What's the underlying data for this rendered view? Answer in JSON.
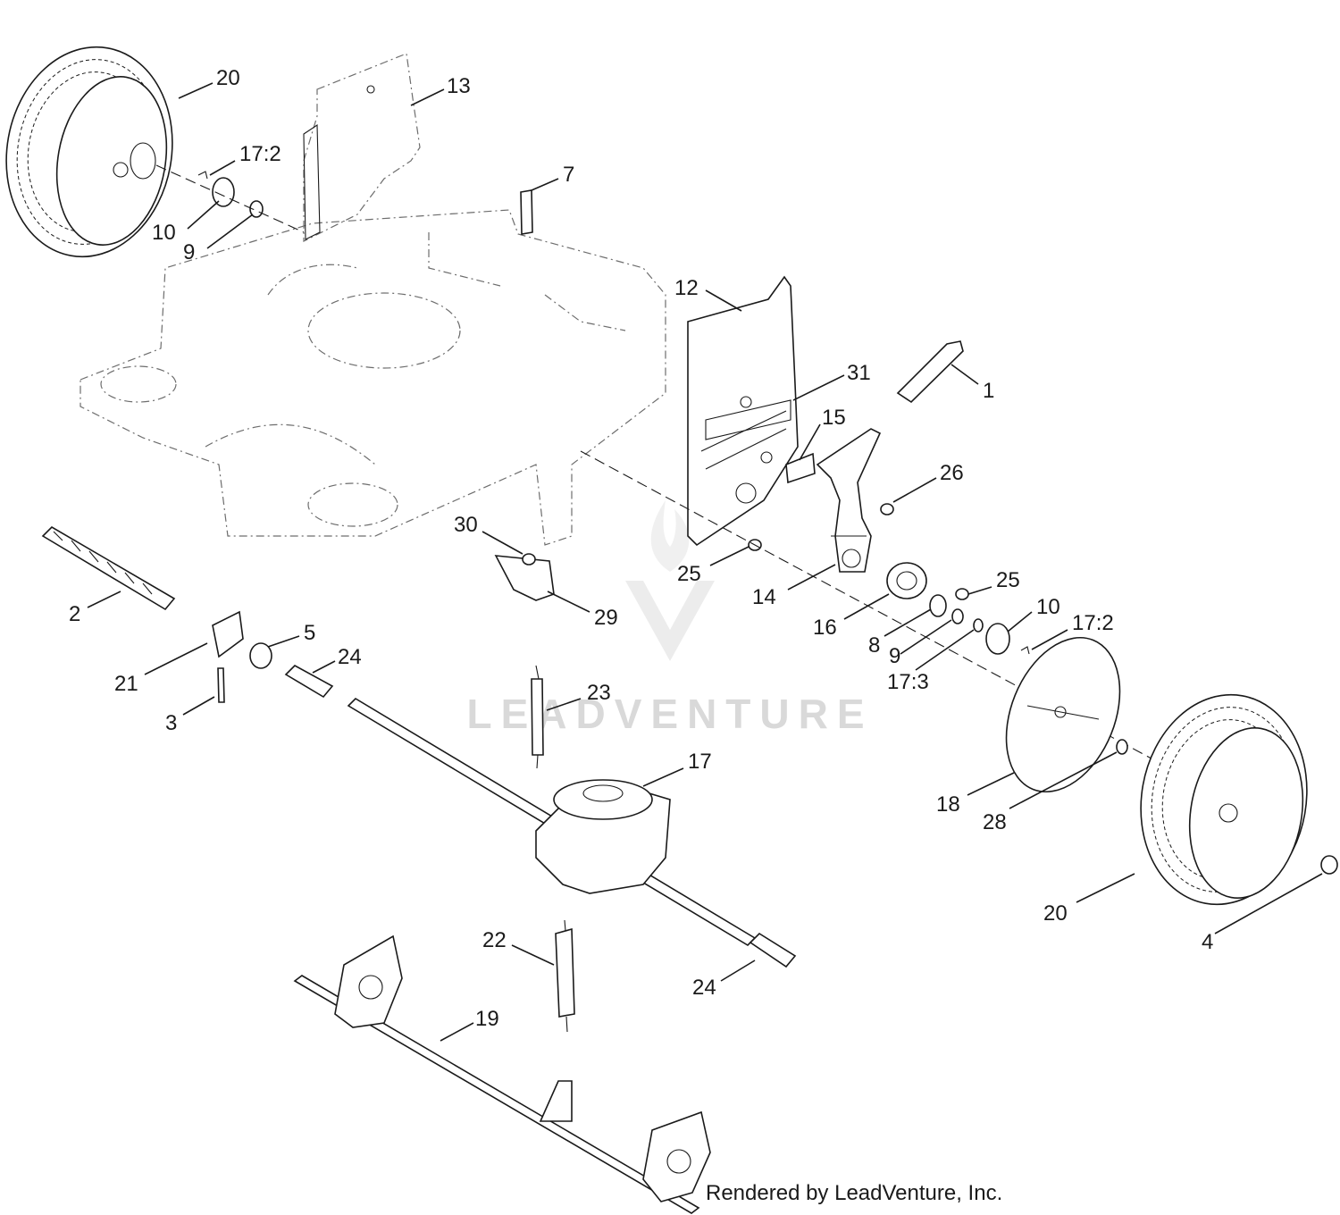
{
  "callouts": [
    {
      "id": "c20a",
      "label": "20"
    },
    {
      "id": "c13",
      "label": "13"
    },
    {
      "id": "c17_2a",
      "label": "17:2"
    },
    {
      "id": "c7",
      "label": "7"
    },
    {
      "id": "c10a",
      "label": "10"
    },
    {
      "id": "c9a",
      "label": "9"
    },
    {
      "id": "c12",
      "label": "12"
    },
    {
      "id": "c31",
      "label": "31"
    },
    {
      "id": "c1",
      "label": "1"
    },
    {
      "id": "c15",
      "label": "15"
    },
    {
      "id": "c26",
      "label": "26"
    },
    {
      "id": "c30",
      "label": "30"
    },
    {
      "id": "c25a",
      "label": "25"
    },
    {
      "id": "c14",
      "label": "14"
    },
    {
      "id": "c29",
      "label": "29"
    },
    {
      "id": "c25b",
      "label": "25"
    },
    {
      "id": "c10b",
      "label": "10"
    },
    {
      "id": "c17_2b",
      "label": "17:2"
    },
    {
      "id": "c16",
      "label": "16"
    },
    {
      "id": "c8",
      "label": "8"
    },
    {
      "id": "c9b",
      "label": "9"
    },
    {
      "id": "c17_3",
      "label": "17:3"
    },
    {
      "id": "c2",
      "label": "2"
    },
    {
      "id": "c5",
      "label": "5"
    },
    {
      "id": "c24a",
      "label": "24"
    },
    {
      "id": "c21",
      "label": "21"
    },
    {
      "id": "c3",
      "label": "3"
    },
    {
      "id": "c23",
      "label": "23"
    },
    {
      "id": "c17",
      "label": "17"
    },
    {
      "id": "c18",
      "label": "18"
    },
    {
      "id": "c28",
      "label": "28"
    },
    {
      "id": "c20b",
      "label": "20"
    },
    {
      "id": "c4",
      "label": "4"
    },
    {
      "id": "c22",
      "label": "22"
    },
    {
      "id": "c19",
      "label": "19"
    },
    {
      "id": "c24b",
      "label": "24"
    }
  ],
  "watermark": "LEADVENTURE",
  "footer": "Rendered by LeadVenture, Inc."
}
